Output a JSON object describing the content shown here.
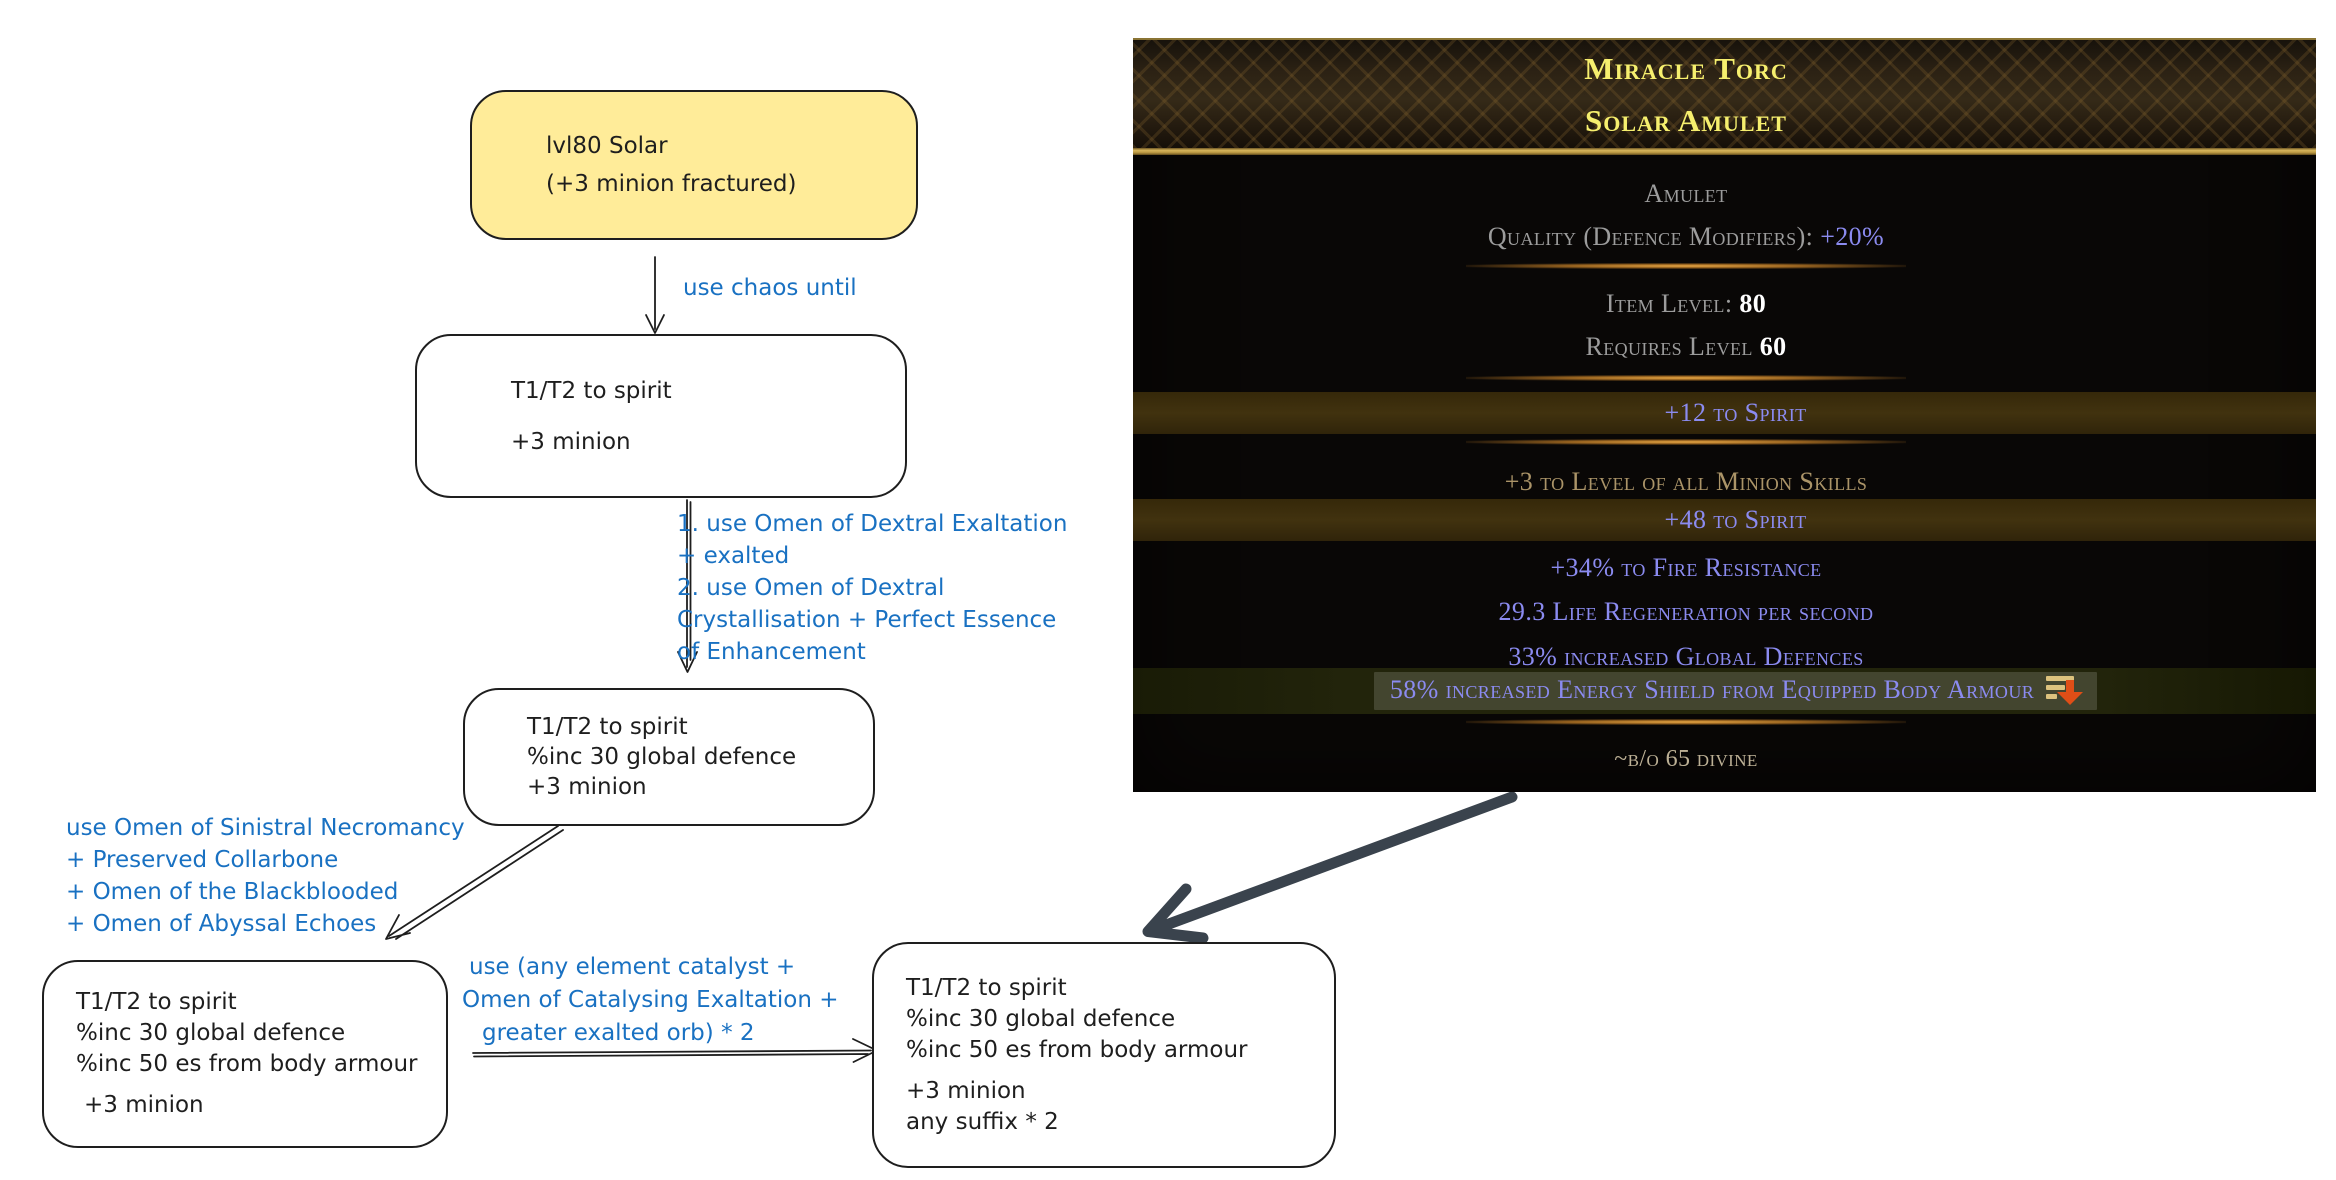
{
  "flowchart": {
    "ink_color": "#1e1e1e",
    "annotation_color": "#1971c2",
    "start_box": {
      "fill": "#ffec99",
      "lines": [
        "lvl80 Solar",
        "(+3 minion fractured)"
      ]
    },
    "edge1": {
      "label": "use chaos until"
    },
    "box_t1t2": {
      "lines": [
        "T1/T2 to spirit",
        "+3 minion"
      ]
    },
    "edge2": {
      "lines": [
        "1. use Omen of Dextral Exaltation",
        "+ exalted",
        "2. use Omen of Dextral",
        "Crystallisation + Perfect Essence",
        "of Enhancement"
      ]
    },
    "box_global_defence": {
      "lines": [
        "T1/T2 to spirit",
        "%inc 30 global defence",
        "+3 minion"
      ]
    },
    "edge3": {
      "lines": [
        "use Omen of Sinistral Necromancy",
        "+ Preserved Collarbone",
        "+ Omen of the Blackblooded",
        "+ Omen of Abyssal Echoes"
      ]
    },
    "box_es_body": {
      "lines": [
        "T1/T2 to spirit",
        "%inc 30 global defence",
        "%inc 50 es from body armour",
        "+3 minion"
      ]
    },
    "edge4": {
      "lines": [
        "use (any element catalyst +",
        "Omen of Catalysing Exaltation +",
        "greater exalted orb) * 2"
      ]
    },
    "box_final": {
      "lines": [
        "T1/T2 to spirit",
        "%inc 30 global defence",
        "%inc 50 es from body armour",
        "+3 minion",
        "any suffix * 2"
      ]
    },
    "big_arrow_color": "#3a434d"
  },
  "tooltip": {
    "title_line1": "Miracle Torc",
    "title_line2": "Solar Amulet",
    "base_type": "Amulet",
    "quality": {
      "label": "Quality (Defence Modifiers):",
      "value": "+20%"
    },
    "item_level": {
      "label": "Item Level:",
      "value": "80"
    },
    "requires": {
      "label": "Requires Level",
      "value": "60"
    },
    "implicit_mod": "+12 to Spirit",
    "fractured_mod": "+3 to Level of all Minion Skills",
    "explicit_mods": [
      "+48 to Spirit",
      "+34% to Fire Resistance",
      "29.3 Life Regeneration per second",
      "33% increased Global Defences",
      "58% increased Energy Shield from Equipped Body Armour"
    ],
    "price_note": "~b/o 65 divine",
    "colors": {
      "title_yellow": "#f6ef6e",
      "label_grey": "#9c9c9c",
      "value_white": "#ffffff",
      "mod_blue": "#8b8bf0",
      "fractured_gold": "#ab9468",
      "price_tan": "#bcb095",
      "separator_gold": "#d69a3d",
      "highlight_amber": "#3a2d10",
      "match_row_olive": "#22240b",
      "tier_icon_gold": "#dcc27e",
      "tier_icon_red": "#e04e17"
    }
  }
}
